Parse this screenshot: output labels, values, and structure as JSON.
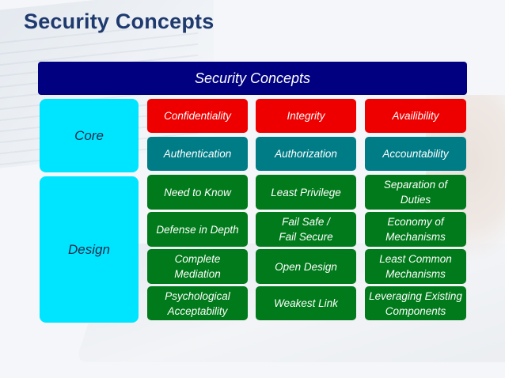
{
  "page_title": "Security Concepts",
  "diagram": {
    "banner": "Security Concepts",
    "core_label": "Core",
    "design_label": "Design",
    "core_rows": [
      [
        "Confidentiality",
        "Integrity",
        "Availibility"
      ],
      [
        "Authentication",
        "Authorization",
        "Accountability"
      ]
    ],
    "design_rows": [
      [
        "Need to Know",
        "Least Privilege",
        "Separation of Duties"
      ],
      [
        "Defense in Depth",
        "Fail Safe / Fail Secure",
        "Economy of Mechanisms"
      ],
      [
        "Complete Mediation",
        "Open Design",
        "Least Common Mechanisms"
      ],
      [
        "Psychological Acceptability",
        "Weakest Link",
        "Leveraging Existing Components"
      ]
    ]
  },
  "colors": {
    "title": "#1f3a6e",
    "banner": "#000080",
    "row_label": "#00e5ff",
    "core_row_1": "#ee0000",
    "core_row_2": "#007c87",
    "design_rows": "#007a1a"
  }
}
